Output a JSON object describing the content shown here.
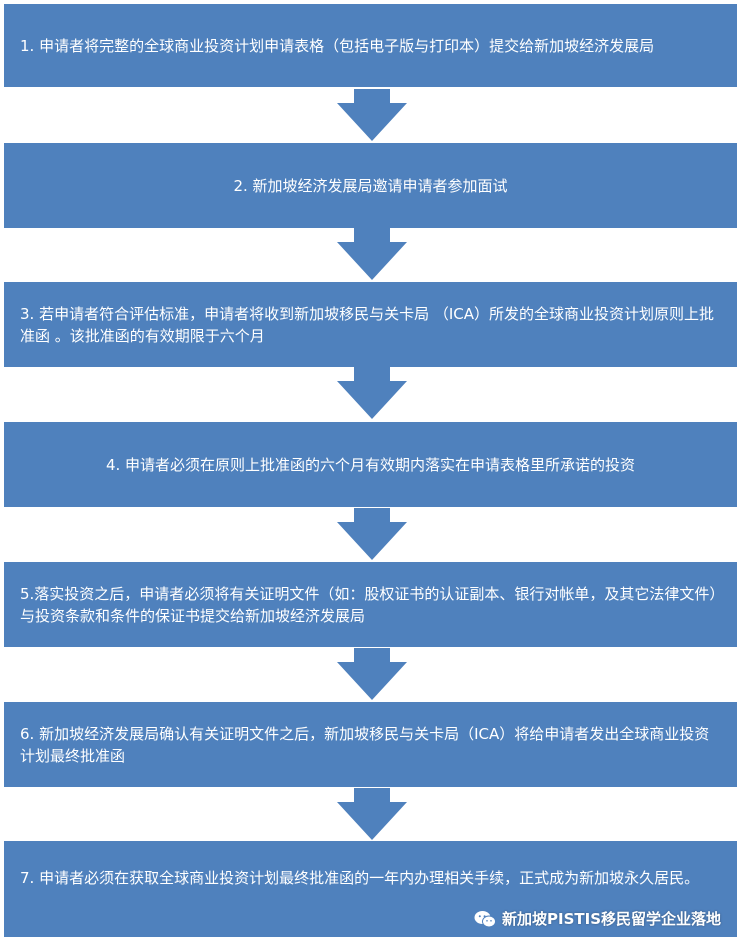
{
  "steps": [
    {
      "text": "1.  申请者将完整的全球商业投资计划申请表格（包括电子版与打印本）提交给新加坡经济发展局"
    },
    {
      "text": "2.  新加坡经济发展局邀请申请者参加面试"
    },
    {
      "text": "3.  若申请者符合评估标准，申请者将收到新加坡移民与关卡局 （ICA）所发的全球商业投资计划原则上批准函 。该批准函的有效期限于六个月"
    },
    {
      "text": "4.  申请者必须在原则上批准函的六个月有效期内落实在申请表格里所承诺的投资"
    },
    {
      "text": "5.落实投资之后，申请者必须将有关证明文件（如：股权证书的认证副本、银行对帐单，及其它法律文件）与投资条款和条件的保证书提交给新加坡经济发展局"
    },
    {
      "text": "6.  新加坡经济发展局确认有关证明文件之后，新加坡移民与关卡局（ICA）将给申请者发出全球商业投资计划最终批准函"
    },
    {
      "text": "7.  申请者必须在获取全球商业投资计划最终批准函的一年内办理相关手续，正式成为新加坡永久居民。"
    }
  ],
  "watermark": {
    "text": "新加坡PISTIS移民留学企业落地",
    "icon": "wechat-icon"
  },
  "colors": {
    "box": "#4f81bd",
    "arrow": "#4f81bd",
    "text": "#ffffff"
  }
}
